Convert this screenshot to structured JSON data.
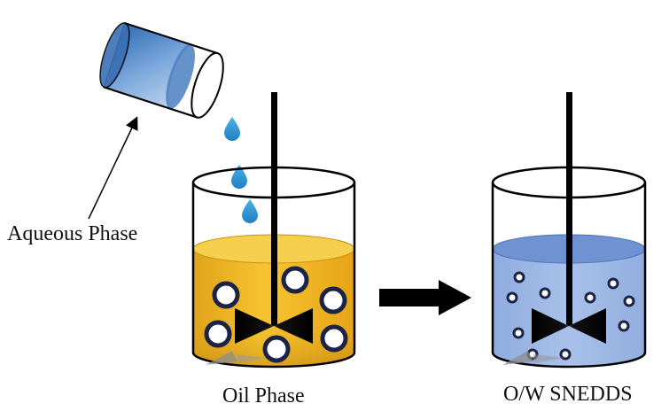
{
  "labels": {
    "aqueous_phase": "Aqueous Phase",
    "oil_phase": "Oil Phase",
    "result": "O/W SNEDDS"
  },
  "colors": {
    "oil_top": "#f6d35a",
    "oil_mid": "#f2b524",
    "oil_dark": "#dd9a10",
    "aqueous_light": "#a3bde6",
    "aqueous_top": "#6f93d2",
    "aqueous_mid": "#3d79bf",
    "droplet_border": "#1b2447",
    "stirrer": "#000000",
    "arrow": "#000000"
  },
  "icons": {
    "pouring_beaker": "tilted-beaker-icon",
    "water_drop": "water-drop-icon",
    "stirrer": "magnetic-stirrer-icon",
    "process_arrow": "right-arrow-icon"
  }
}
